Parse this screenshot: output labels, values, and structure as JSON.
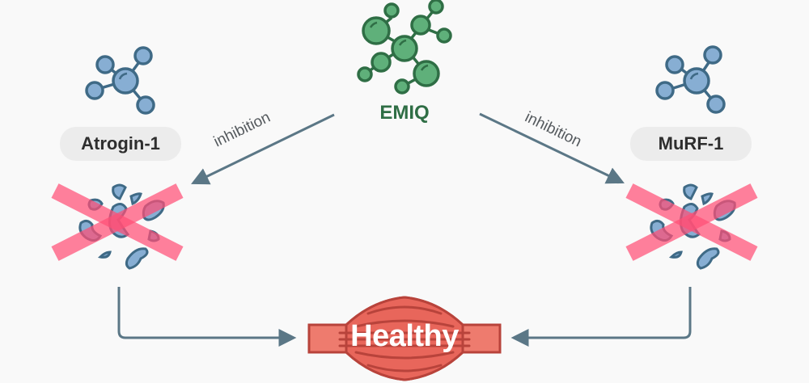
{
  "center": {
    "label": "EMIQ",
    "icon": "molecule-cluster-icon",
    "color": "#2f6e45"
  },
  "left": {
    "label": "Atrogin-1",
    "icon": "molecule-icon",
    "arrow_label": "inhibition",
    "state_icon": "degraded-protein-crossed-icon"
  },
  "right": {
    "label": "MuRF-1",
    "icon": "molecule-icon",
    "arrow_label": "inhibition",
    "state_icon": "degraded-protein-crossed-icon"
  },
  "outcome": {
    "label": "Healthy",
    "icon": "muscle-icon"
  },
  "colors": {
    "background": "#f9f9f9",
    "arrow": "#5b7786",
    "molecule_blue": "#87aed3",
    "molecule_green": "#5fb07a",
    "cross": "#ff6f8e",
    "muscle": "#e8665b"
  }
}
